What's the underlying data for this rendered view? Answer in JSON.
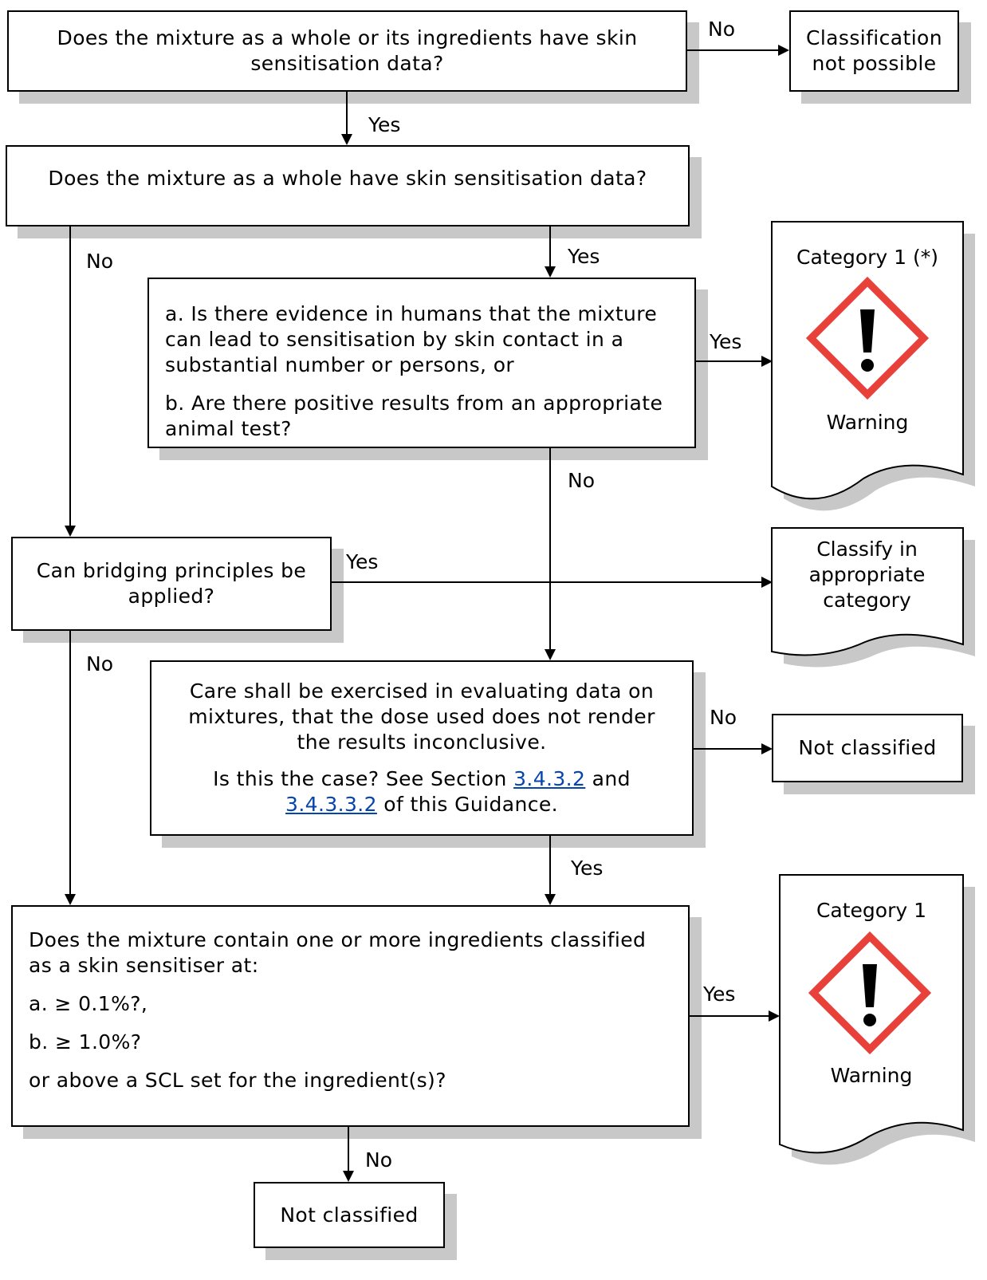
{
  "nodes": {
    "q_data": "Does the mixture as a whole or its ingredients have skin sensitisation data?",
    "no_class_possible": "Classification not possible",
    "q_whole": "Does the mixture as a whole have skin sensitisation data?",
    "q_evidence_a": "a. Is there evidence in humans that the mixture can lead to sensitisation by skin contact in a substantial number or persons, or",
    "q_evidence_b": "b. Are there positive results from an appropriate animal test?",
    "cat1_star_title": "Category 1 (*)",
    "cat1_star_signal": "Warning",
    "q_bridging": "Can bridging principles be applied?",
    "classify_appropriate": "Classify in appropriate category",
    "care_text": "Care shall be exercised in evaluating data on mixtures, that the dose used does not render the results inconclusive.",
    "care_q_pre": "Is this the case? See Section ",
    "care_link1": "3.4.3.2",
    "care_q_mid": " and",
    "care_link2": "3.4.3.3.2",
    "care_q_post": " of this Guidance.",
    "not_classified_1": "Not classified",
    "q_ingredients_intro": "Does the mixture contain one or more ingredients classified as a skin sensitiser at:",
    "q_ingredients_a": "a. ≥ 0.1%?,",
    "q_ingredients_b": "b. ≥ 1.0%?",
    "q_ingredients_c": "or above a SCL set for the ingredient(s)?",
    "cat1_title": "Category 1",
    "cat1_signal": "Warning",
    "not_classified_2": "Not classified"
  },
  "edges": {
    "no_top": "No",
    "yes_1": "Yes",
    "no_whole": "No",
    "yes_whole": "Yes",
    "yes_evidence": "Yes",
    "no_evidence": "No",
    "yes_bridging": "Yes",
    "no_bridging": "No",
    "no_care": "No",
    "yes_care": "Yes",
    "yes_ingredients": "Yes",
    "no_ingredients": "No"
  },
  "pictogram": {
    "icon": "exclamation-mark-ghs07",
    "border_color": "#e8413a",
    "symbol_color": "#000000"
  }
}
